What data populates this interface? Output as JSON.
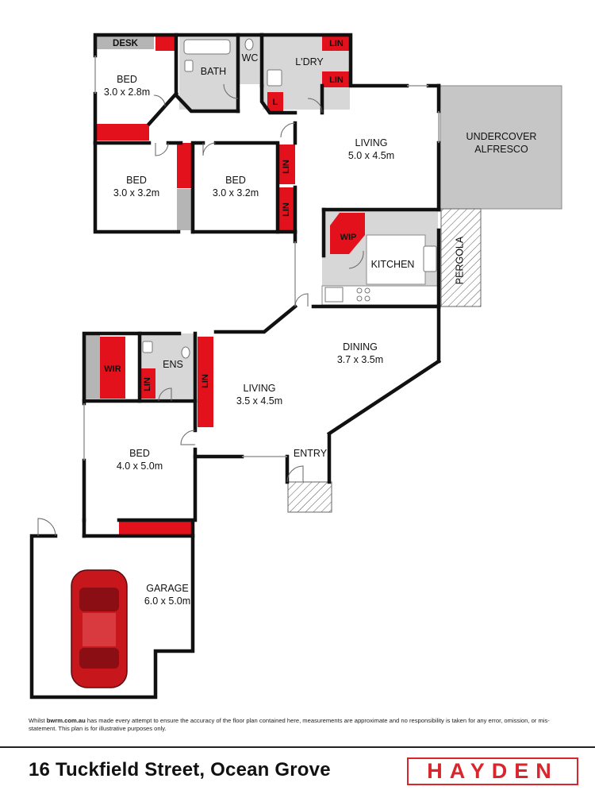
{
  "rooms": {
    "bed1": {
      "name": "BED",
      "size": "3.0 x 2.8m"
    },
    "bed2": {
      "name": "BED",
      "size": "3.0 x 3.2m"
    },
    "bed3": {
      "name": "BED",
      "size": "3.0 x 3.2m"
    },
    "bed4": {
      "name": "BED",
      "size": "4.0 x 5.0m"
    },
    "living1": {
      "name": "LIVING",
      "size": "5.0 x 4.5m"
    },
    "living2": {
      "name": "LIVING",
      "size": "3.5 x 4.5m"
    },
    "dining": {
      "name": "DINING",
      "size": "3.7 x 3.5m"
    },
    "garage": {
      "name": "GARAGE",
      "size": "6.0 x 5.0m"
    },
    "kitchen": "KITCHEN",
    "bath": "BATH",
    "wc": "WC",
    "laundry": "L'DRY",
    "ensuite": "ENS",
    "entry": "ENTRY",
    "desk": "DESK",
    "alfresco": [
      "UNDERCOVER",
      "ALFRESCO"
    ],
    "pergola": "PERGOLA",
    "wip": "WIP",
    "wir": "WIR",
    "lin": "LIN",
    "l": "L"
  },
  "colors": {
    "wall": "#111111",
    "storage": "#e3111c",
    "wet_area": "#d7d7d7",
    "outdoor": "#c6c6c6",
    "car": "#c8161d",
    "brand": "#d9262c"
  },
  "disclaimer": {
    "prefix": "Whilst",
    "site": "bwrm.com.au",
    "text": "has made every attempt to ensure the accuracy of the floor plan contained here, measurements are approximate and no responsibility is taken for any error, omission, or mis-statement. This plan is for illustrative purposes only."
  },
  "footer": {
    "address": "16 Tuckfield Street, Ocean Grove",
    "brand": "HAYDEN"
  }
}
